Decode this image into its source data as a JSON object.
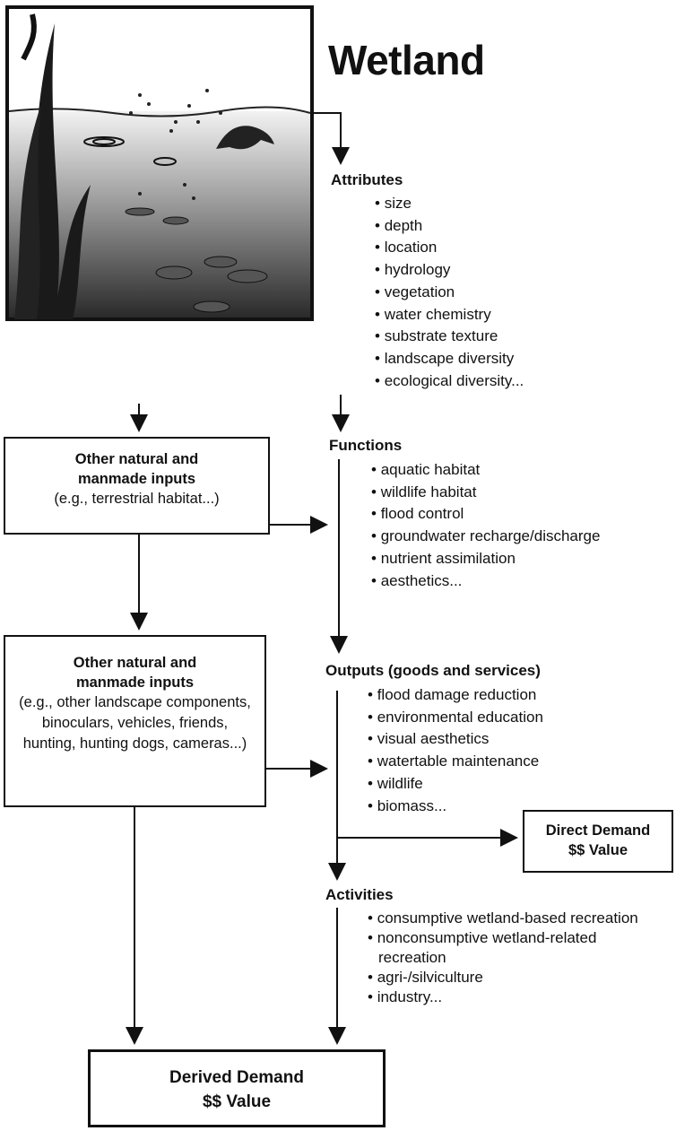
{
  "title": "Wetland",
  "image": {
    "icon": "wetland-scene-illustration"
  },
  "attributes": {
    "heading": "Attributes",
    "items": [
      "size",
      "depth",
      "location",
      "hydrology",
      "vegetation",
      "water chemistry",
      "substrate texture",
      "landscape diversity",
      "ecological diversity..."
    ]
  },
  "functions": {
    "heading": "Functions",
    "items": [
      "aquatic habitat",
      "wildlife habitat",
      "flood control",
      "groundwater recharge/discharge",
      "nutrient assimilation",
      "aesthetics..."
    ]
  },
  "outputs": {
    "heading": "Outputs (goods and services)",
    "items": [
      "flood damage reduction",
      "environmental education",
      "visual aesthetics",
      "watertable maintenance",
      "wildlife",
      "biomass..."
    ]
  },
  "activities": {
    "heading": "Activities",
    "items": [
      "consumptive wetland-based recreation",
      "nonconsumptive wetland-related recreation",
      "agri-/silviculture",
      "industry..."
    ]
  },
  "box1": {
    "line1": "Other natural and",
    "line2": "manmade inputs",
    "note": "(e.g., terrestrial habitat...)"
  },
  "box2": {
    "line1": "Other natural and",
    "line2": "manmade inputs",
    "note": "(e.g., other landscape components, binoculars, vehicles, friends, hunting, hunting dogs, cameras...)"
  },
  "direct_demand": {
    "line1": "Direct Demand",
    "line2": "$$ Value"
  },
  "derived_demand": {
    "line1": "Derived Demand",
    "line2": "$$ Value"
  }
}
